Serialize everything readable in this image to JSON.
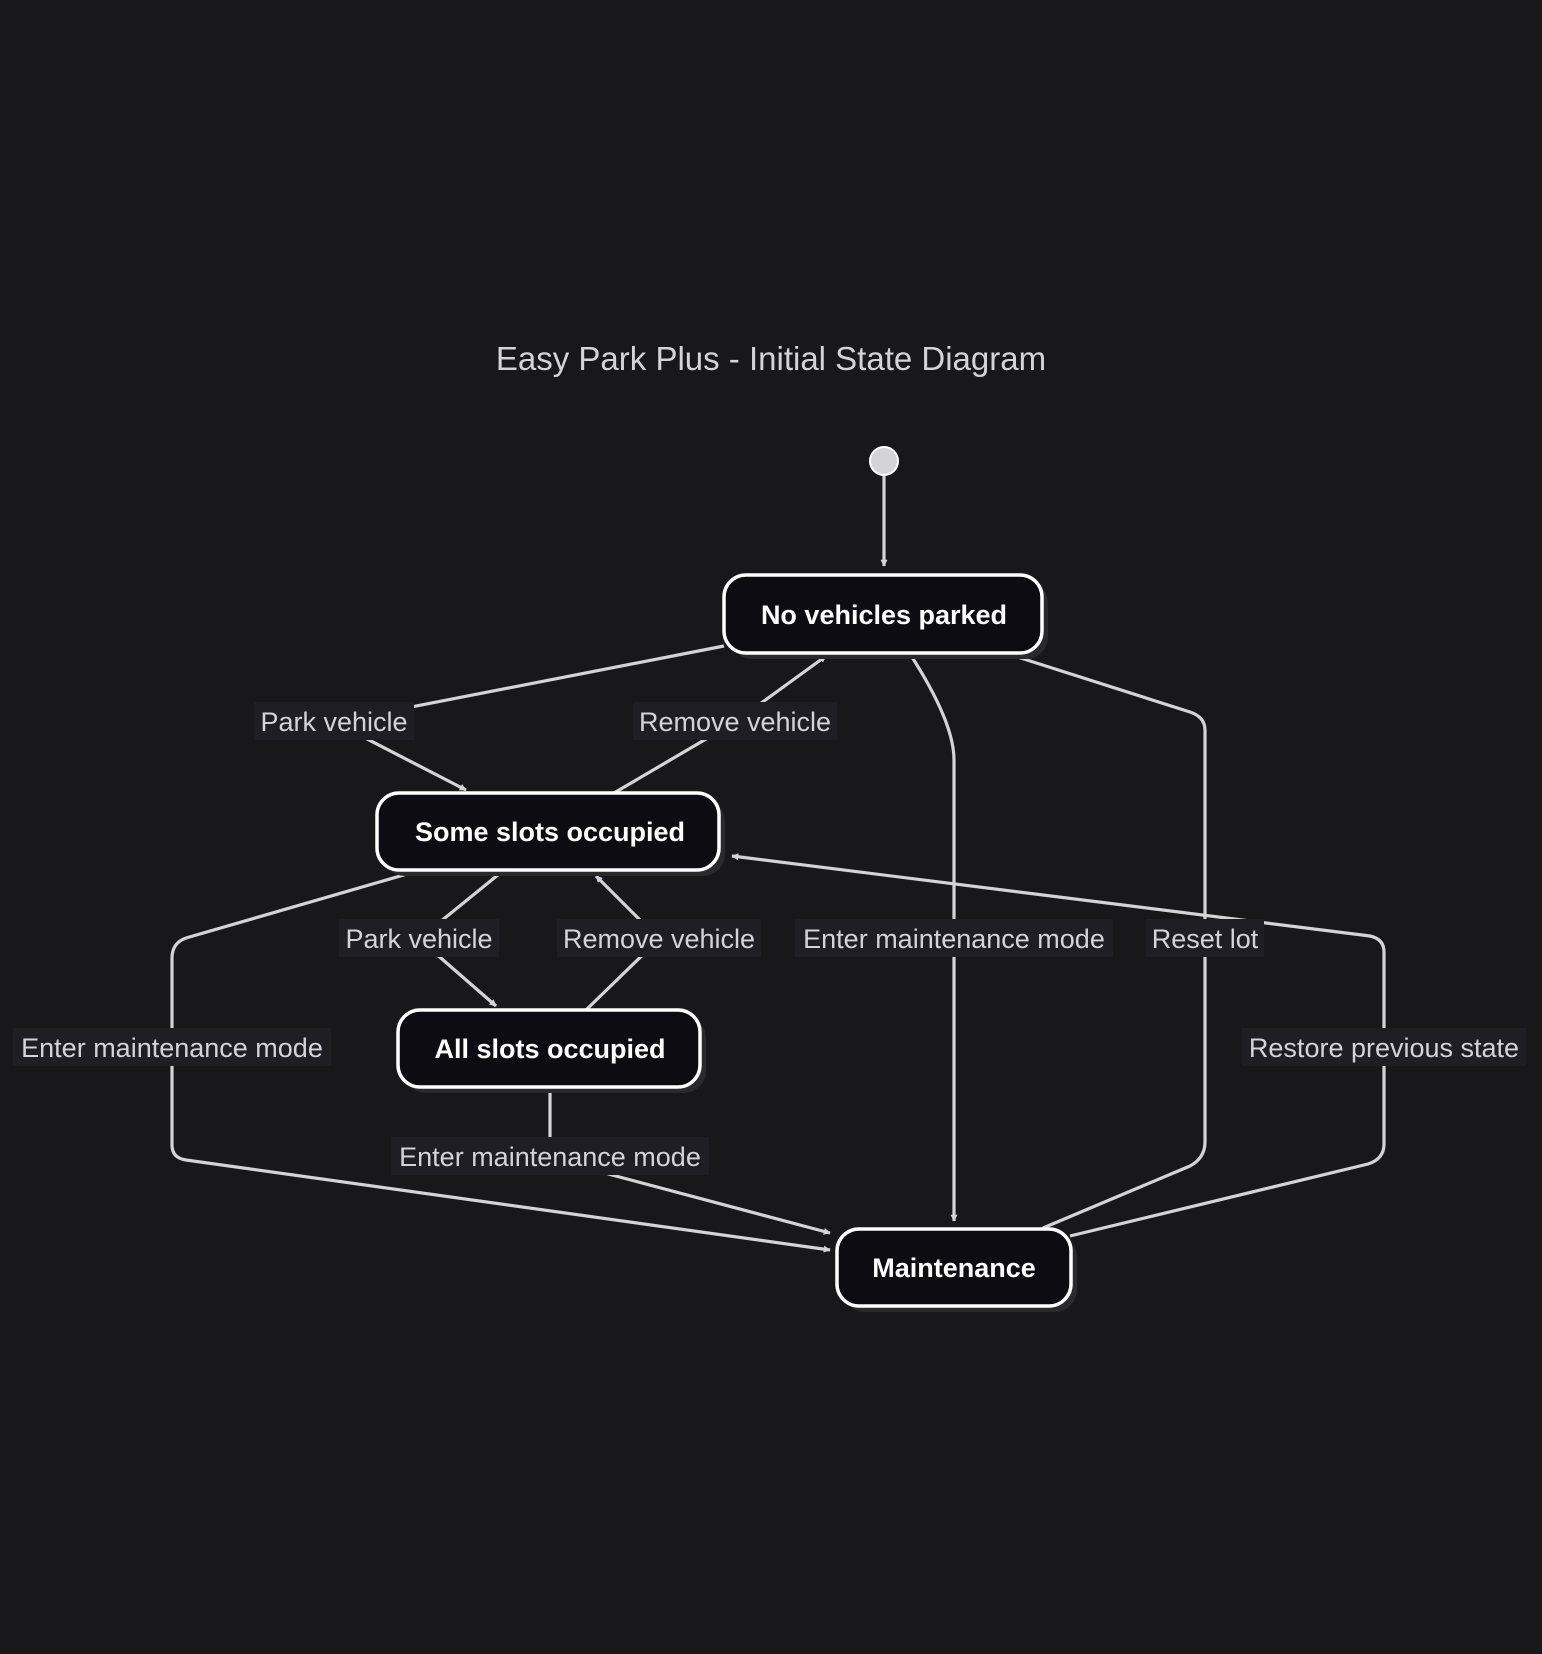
{
  "diagram": {
    "title": "Easy Park Plus - Initial State Diagram",
    "states": {
      "empty": "No vehicles parked",
      "partial": "Some slots occupied",
      "full": "All slots occupied",
      "maintenance": "Maintenance"
    },
    "transitions": [
      {
        "from": "start",
        "to": "empty",
        "label": ""
      },
      {
        "from": "empty",
        "to": "partial",
        "label": "Park vehicle"
      },
      {
        "from": "partial",
        "to": "empty",
        "label": "Remove vehicle"
      },
      {
        "from": "partial",
        "to": "full",
        "label": "Park vehicle"
      },
      {
        "from": "full",
        "to": "partial",
        "label": "Remove vehicle"
      },
      {
        "from": "empty",
        "to": "maintenance",
        "label": "Enter maintenance mode"
      },
      {
        "from": "partial",
        "to": "maintenance",
        "label": "Enter maintenance mode"
      },
      {
        "from": "full",
        "to": "maintenance",
        "label": "Enter maintenance mode"
      },
      {
        "from": "maintenance",
        "to": "empty",
        "label": "Reset lot"
      },
      {
        "from": "maintenance",
        "to": "partial",
        "label": "Restore previous state"
      }
    ]
  }
}
